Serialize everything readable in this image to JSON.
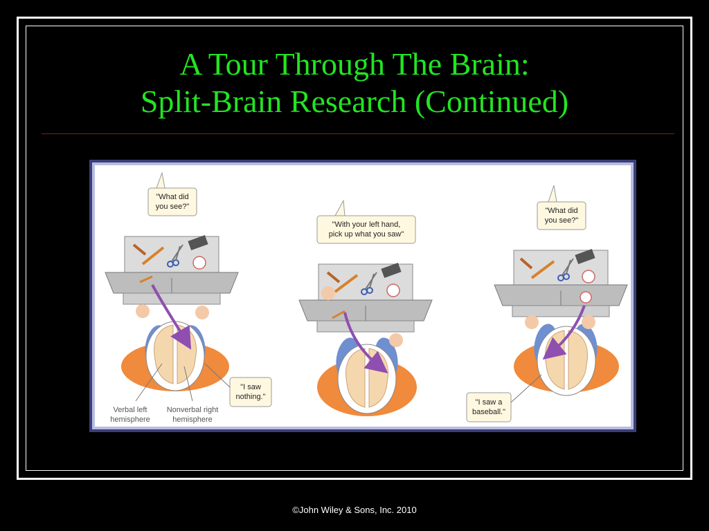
{
  "slide": {
    "title_line1": "A Tour Through The Brain:",
    "title_line2": "Split-Brain Research (Continued)",
    "footer": "©John Wiley & Sons, Inc. 2010"
  },
  "figure": {
    "panel1": {
      "bubble_line1": "\"What did",
      "bubble_line2": "you see?\"",
      "response_line1": "\"I saw",
      "response_line2": "nothing.\"",
      "left_label_line1": "Verbal left",
      "left_label_line2": "hemisphere",
      "right_label_line1": "Nonverbal right",
      "right_label_line2": "hemisphere"
    },
    "panel2": {
      "bubble_line1": "\"With your left hand,",
      "bubble_line2": "pick up what you saw\""
    },
    "panel3": {
      "bubble_line1": "\"What did",
      "bubble_line2": "you see?\"",
      "response_line1": "\"I saw a",
      "response_line2": "baseball.\""
    }
  },
  "colors": {
    "title": "#22e522",
    "figure_border": "#3a3f78",
    "shirt": "#f08a3c",
    "brain": "#f5d7ae",
    "arrow": "#8e4fb0",
    "bubble": "#fff8e0"
  }
}
